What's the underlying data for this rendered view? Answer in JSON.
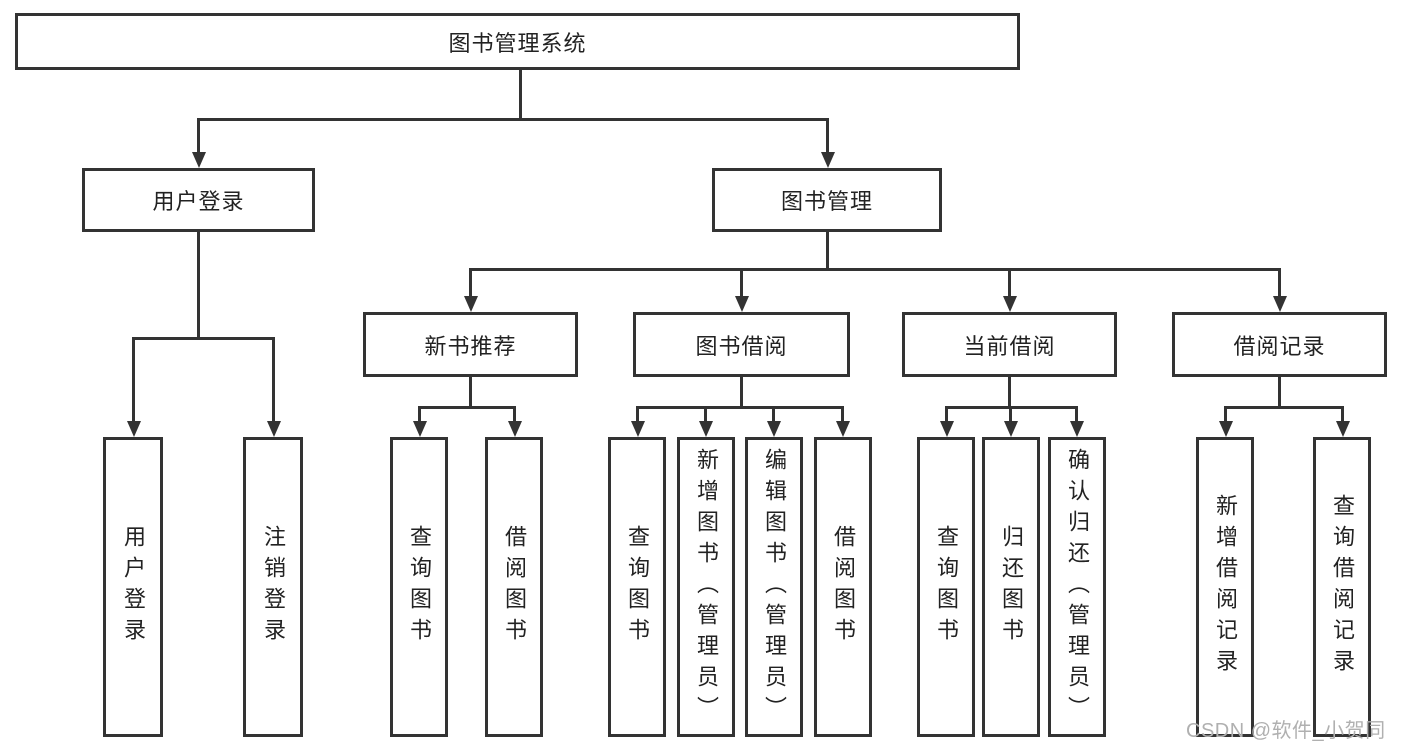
{
  "diagram": {
    "watermark": "CSDN @软件_小贺同学",
    "colors": {
      "line": "#333333",
      "text": "#222222",
      "box_background": "#ffffff",
      "page_background": "#ffffff",
      "watermark": "#b0b0b0"
    },
    "tree": {
      "label": "图书管理系统",
      "children": [
        {
          "label": "用户登录",
          "children": [
            {
              "label": "用户登录"
            },
            {
              "label": "注销登录"
            }
          ]
        },
        {
          "label": "图书管理",
          "children": [
            {
              "label": "新书推荐",
              "children": [
                {
                  "label": "查询图书"
                },
                {
                  "label": "借阅图书"
                }
              ]
            },
            {
              "label": "图书借阅",
              "children": [
                {
                  "label": "查询图书"
                },
                {
                  "label": "新增图书（管理员）"
                },
                {
                  "label": "编辑图书（管理员）"
                },
                {
                  "label": "借阅图书"
                }
              ]
            },
            {
              "label": "当前借阅",
              "children": [
                {
                  "label": "查询图书"
                },
                {
                  "label": "归还图书"
                },
                {
                  "label": "确认归还（管理员）"
                }
              ]
            },
            {
              "label": "借阅记录",
              "children": [
                {
                  "label": "新增借阅记录"
                },
                {
                  "label": "查询借阅记录"
                }
              ]
            }
          ]
        }
      ]
    }
  }
}
